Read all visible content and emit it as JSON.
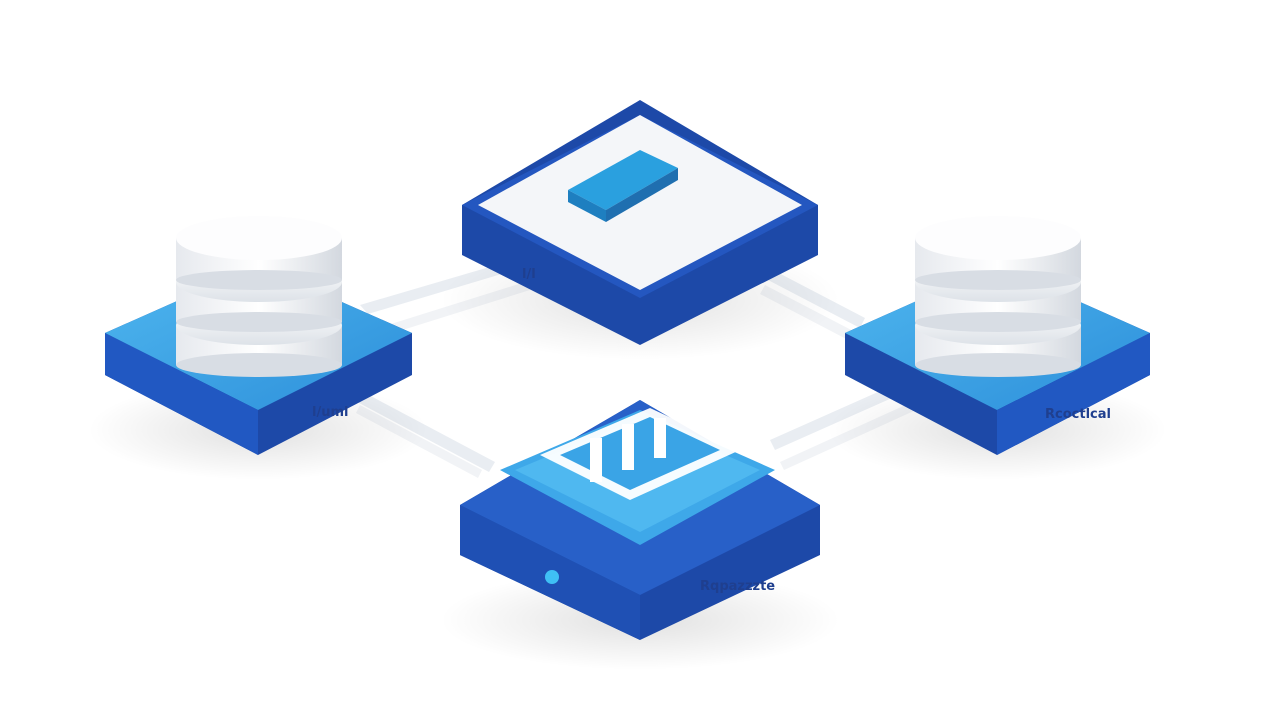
{
  "diagram": {
    "nodes": [
      {
        "id": "top-node",
        "kind": "display-panel",
        "label": "l/l"
      },
      {
        "id": "left-node",
        "kind": "database",
        "label": "l/uml"
      },
      {
        "id": "right-node",
        "kind": "database",
        "label": "Rcoctlcal"
      },
      {
        "id": "bottom-node",
        "kind": "processor",
        "label": "Rqpazzzte"
      }
    ],
    "connections": [
      {
        "from": "left-node",
        "to": "top-node"
      },
      {
        "from": "top-node",
        "to": "right-node"
      },
      {
        "from": "left-node",
        "to": "bottom-node"
      },
      {
        "from": "bottom-node",
        "to": "right-node"
      }
    ]
  },
  "colors": {
    "background": "#ffffff",
    "platform_dark": "#1f4fb2",
    "platform_mid": "#2c6bd6",
    "platform_top": "#3ea6e8",
    "panel_white": "#f4f6f9",
    "accent_blue": "#2a9bd9",
    "cylinder_white": "#f1f3f5",
    "label_text": "#1f3f8f"
  },
  "icons": {
    "top": "panel-icon",
    "left": "database-icon",
    "right": "database-icon",
    "bottom": "chip-icon"
  }
}
